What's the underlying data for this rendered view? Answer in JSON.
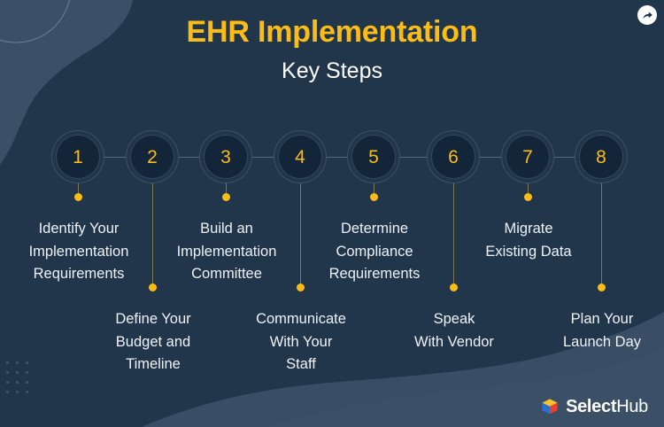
{
  "colors": {
    "background": "#22364b",
    "accent_yellow": "#fcbc16",
    "text_white": "#eef2f6",
    "node_fill": "#132538",
    "decor_light": "#3b5066",
    "connector": "#56697e"
  },
  "header": {
    "title": "EHR Implementation",
    "subtitle": "Key Steps",
    "share_icon": "share-arrow-icon"
  },
  "steps": [
    {
      "number": "1",
      "label": "Identify Your\nImplementation\nRequirements",
      "position": "upper"
    },
    {
      "number": "2",
      "label": "Define Your\nBudget and\nTimeline",
      "position": "lower"
    },
    {
      "number": "3",
      "label": "Build an\nImplementation\nCommittee",
      "position": "upper"
    },
    {
      "number": "4",
      "label": "Communicate\nWith Your\nStaff",
      "position": "lower"
    },
    {
      "number": "5",
      "label": "Determine\nCompliance\nRequirements",
      "position": "upper"
    },
    {
      "number": "6",
      "label": "Speak\nWith Vendor",
      "position": "lower"
    },
    {
      "number": "7",
      "label": "Migrate\nExisting Data",
      "position": "upper"
    },
    {
      "number": "8",
      "label": "Plan Your\nLaunch Day",
      "position": "lower"
    }
  ],
  "footer": {
    "logo_mark": "selecthub-cube-icon",
    "logo_name_bold": "Select",
    "logo_name_light": "Hub"
  }
}
